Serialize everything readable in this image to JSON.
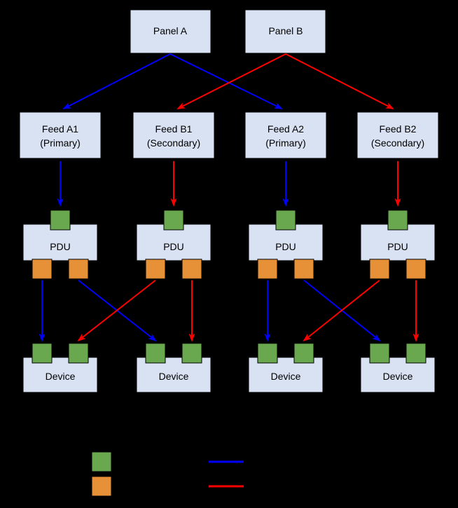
{
  "colors": {
    "background": "#000000",
    "node_fill": "#d9e2f3",
    "node_border": "#000000",
    "input_port_green": "#6aa84f",
    "output_port_orange": "#e69138",
    "primary_path": "#0000ff",
    "secondary_path": "#ff0000"
  },
  "nodes": {
    "panels": [
      {
        "label": "Panel A"
      },
      {
        "label": "Panel B"
      }
    ],
    "feeds": [
      {
        "line1": "Feed A1",
        "line2": "(Primary)"
      },
      {
        "line1": "Feed B1",
        "line2": "(Secondary)"
      },
      {
        "line1": "Feed A2",
        "line2": "(Primary)"
      },
      {
        "line1": "Feed B2",
        "line2": "(Secondary)"
      }
    ],
    "pdus": [
      {
        "label": "PDU"
      },
      {
        "label": "PDU"
      },
      {
        "label": "PDU"
      },
      {
        "label": "PDU"
      }
    ],
    "devices": [
      {
        "label": "Device"
      },
      {
        "label": "Device"
      },
      {
        "label": "Device"
      },
      {
        "label": "Device"
      }
    ]
  },
  "legend": {
    "swatches": [
      {
        "name": "input-port-green-swatch"
      },
      {
        "name": "output-port-orange-swatch"
      },
      {
        "name": "primary-path-line-swatch"
      },
      {
        "name": "secondary-path-line-swatch"
      }
    ]
  }
}
